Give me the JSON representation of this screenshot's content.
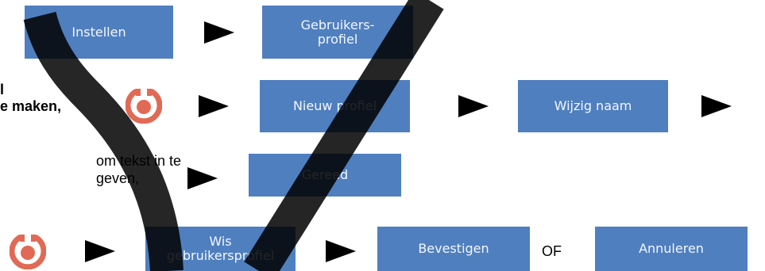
{
  "buttons": {
    "instellen": "Instellen",
    "gebruikersprofiel_line1": "Gebruikers-",
    "gebruikersprofiel_line2": "profiel",
    "nieuw_profiel": "Nieuw profiel",
    "wijzig_naam": "Wijzig naam",
    "gereed": "Gereed",
    "wis_line1": "Wis",
    "wis_line2": "gebruikersprofiel",
    "bevestigen": "Bevestigen",
    "annuleren": "Annuleren"
  },
  "text": {
    "left_fragment_1": "l",
    "left_fragment_2": "e maken,",
    "instruction_line1": "om tekst in te",
    "instruction_line2": "geven,",
    "of": "OF"
  },
  "icons": {
    "dial": "rotary-knob-icon",
    "arrow": "right-arrow-icon"
  },
  "colors": {
    "button_bg": "#4f7fbf",
    "button_text": "#f4f7fb",
    "dial": "#e06a55",
    "overlay_stroke": "#000000"
  }
}
